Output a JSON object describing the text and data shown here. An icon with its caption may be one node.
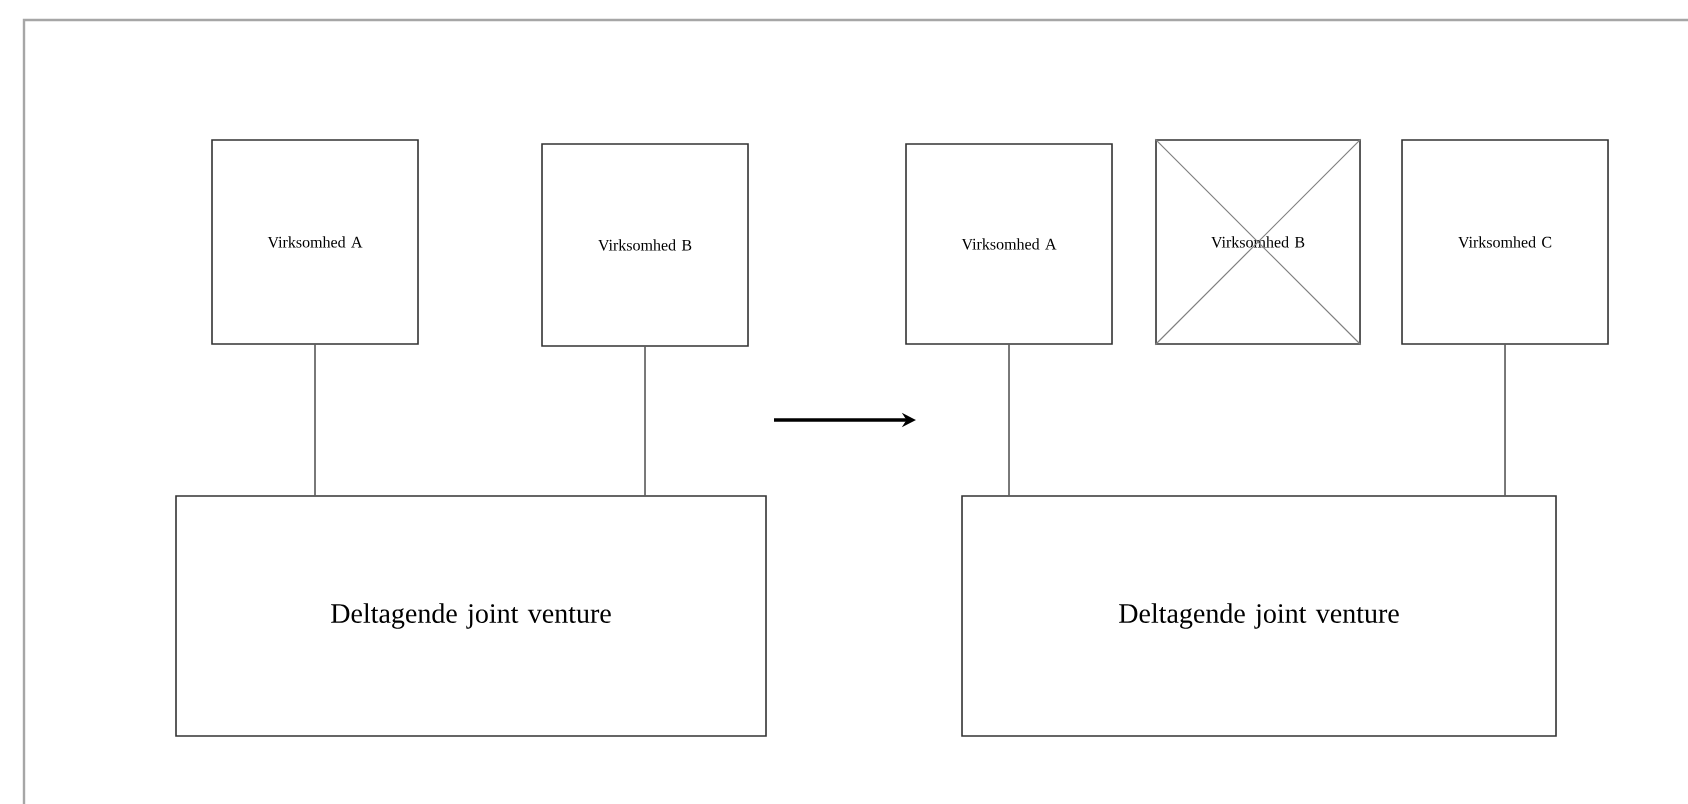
{
  "diagram": {
    "nodes": [
      {
        "text": [
          "Virksomhed A"
        ]
      },
      {
        "text": [
          "Virksomhed B"
        ]
      },
      {
        "text": [
          "Deltagende joint venture"
        ]
      },
      {
        "text": [
          "Virksomhed A"
        ]
      },
      {
        "text": [
          "Virksomhed B"
        ]
      },
      {
        "text": [
          "Virksomhed C"
        ]
      },
      {
        "text": [
          "Deltagende joint venture"
        ]
      }
    ],
    "edges": [
      {
        "from": 0,
        "to": 2,
        "arrow": "none"
      },
      {
        "from": 1,
        "to": 2,
        "arrow": "none"
      },
      {
        "from": 3,
        "to": 6,
        "arrow": "none"
      },
      {
        "from": 5,
        "to": 6,
        "arrow": "none"
      }
    ]
  }
}
